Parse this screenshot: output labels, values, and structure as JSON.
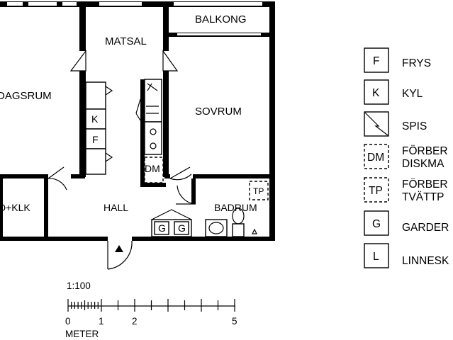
{
  "rooms": {
    "dagsrum": "DAGSRUM",
    "matsal": "MATSAL",
    "balkong": "BALKONG",
    "sovrum": "SOVRUM",
    "klk": "D+KLK",
    "hall": "HALL",
    "badrum": "BADRUM"
  },
  "fixtures": {
    "k": "K",
    "f": "F",
    "dm": "DM",
    "tp": "TP",
    "g1": "G",
    "g2": "G"
  },
  "legend": [
    {
      "code": "F",
      "label": "FRYS",
      "label2": "",
      "style": "solid"
    },
    {
      "code": "K",
      "label": "KYL",
      "label2": "",
      "style": "solid"
    },
    {
      "code": "",
      "label": "SPIS",
      "label2": "",
      "style": "solid",
      "icon": "stove-icon"
    },
    {
      "code": "DM",
      "label": "FÖRBER",
      "label2": "DISKMA",
      "style": "dashed"
    },
    {
      "code": "TP",
      "label": "FÖRBER",
      "label2": "TVÄTTP",
      "style": "dashed"
    },
    {
      "code": "G",
      "label": "GARDER",
      "label2": "",
      "style": "solid"
    },
    {
      "code": "L",
      "label": "LINNESK",
      "label2": "",
      "style": "solid"
    }
  ],
  "scale": {
    "ratio": "1:100",
    "unit": "METER",
    "ticks": [
      "0",
      "1",
      "2",
      "5"
    ]
  }
}
